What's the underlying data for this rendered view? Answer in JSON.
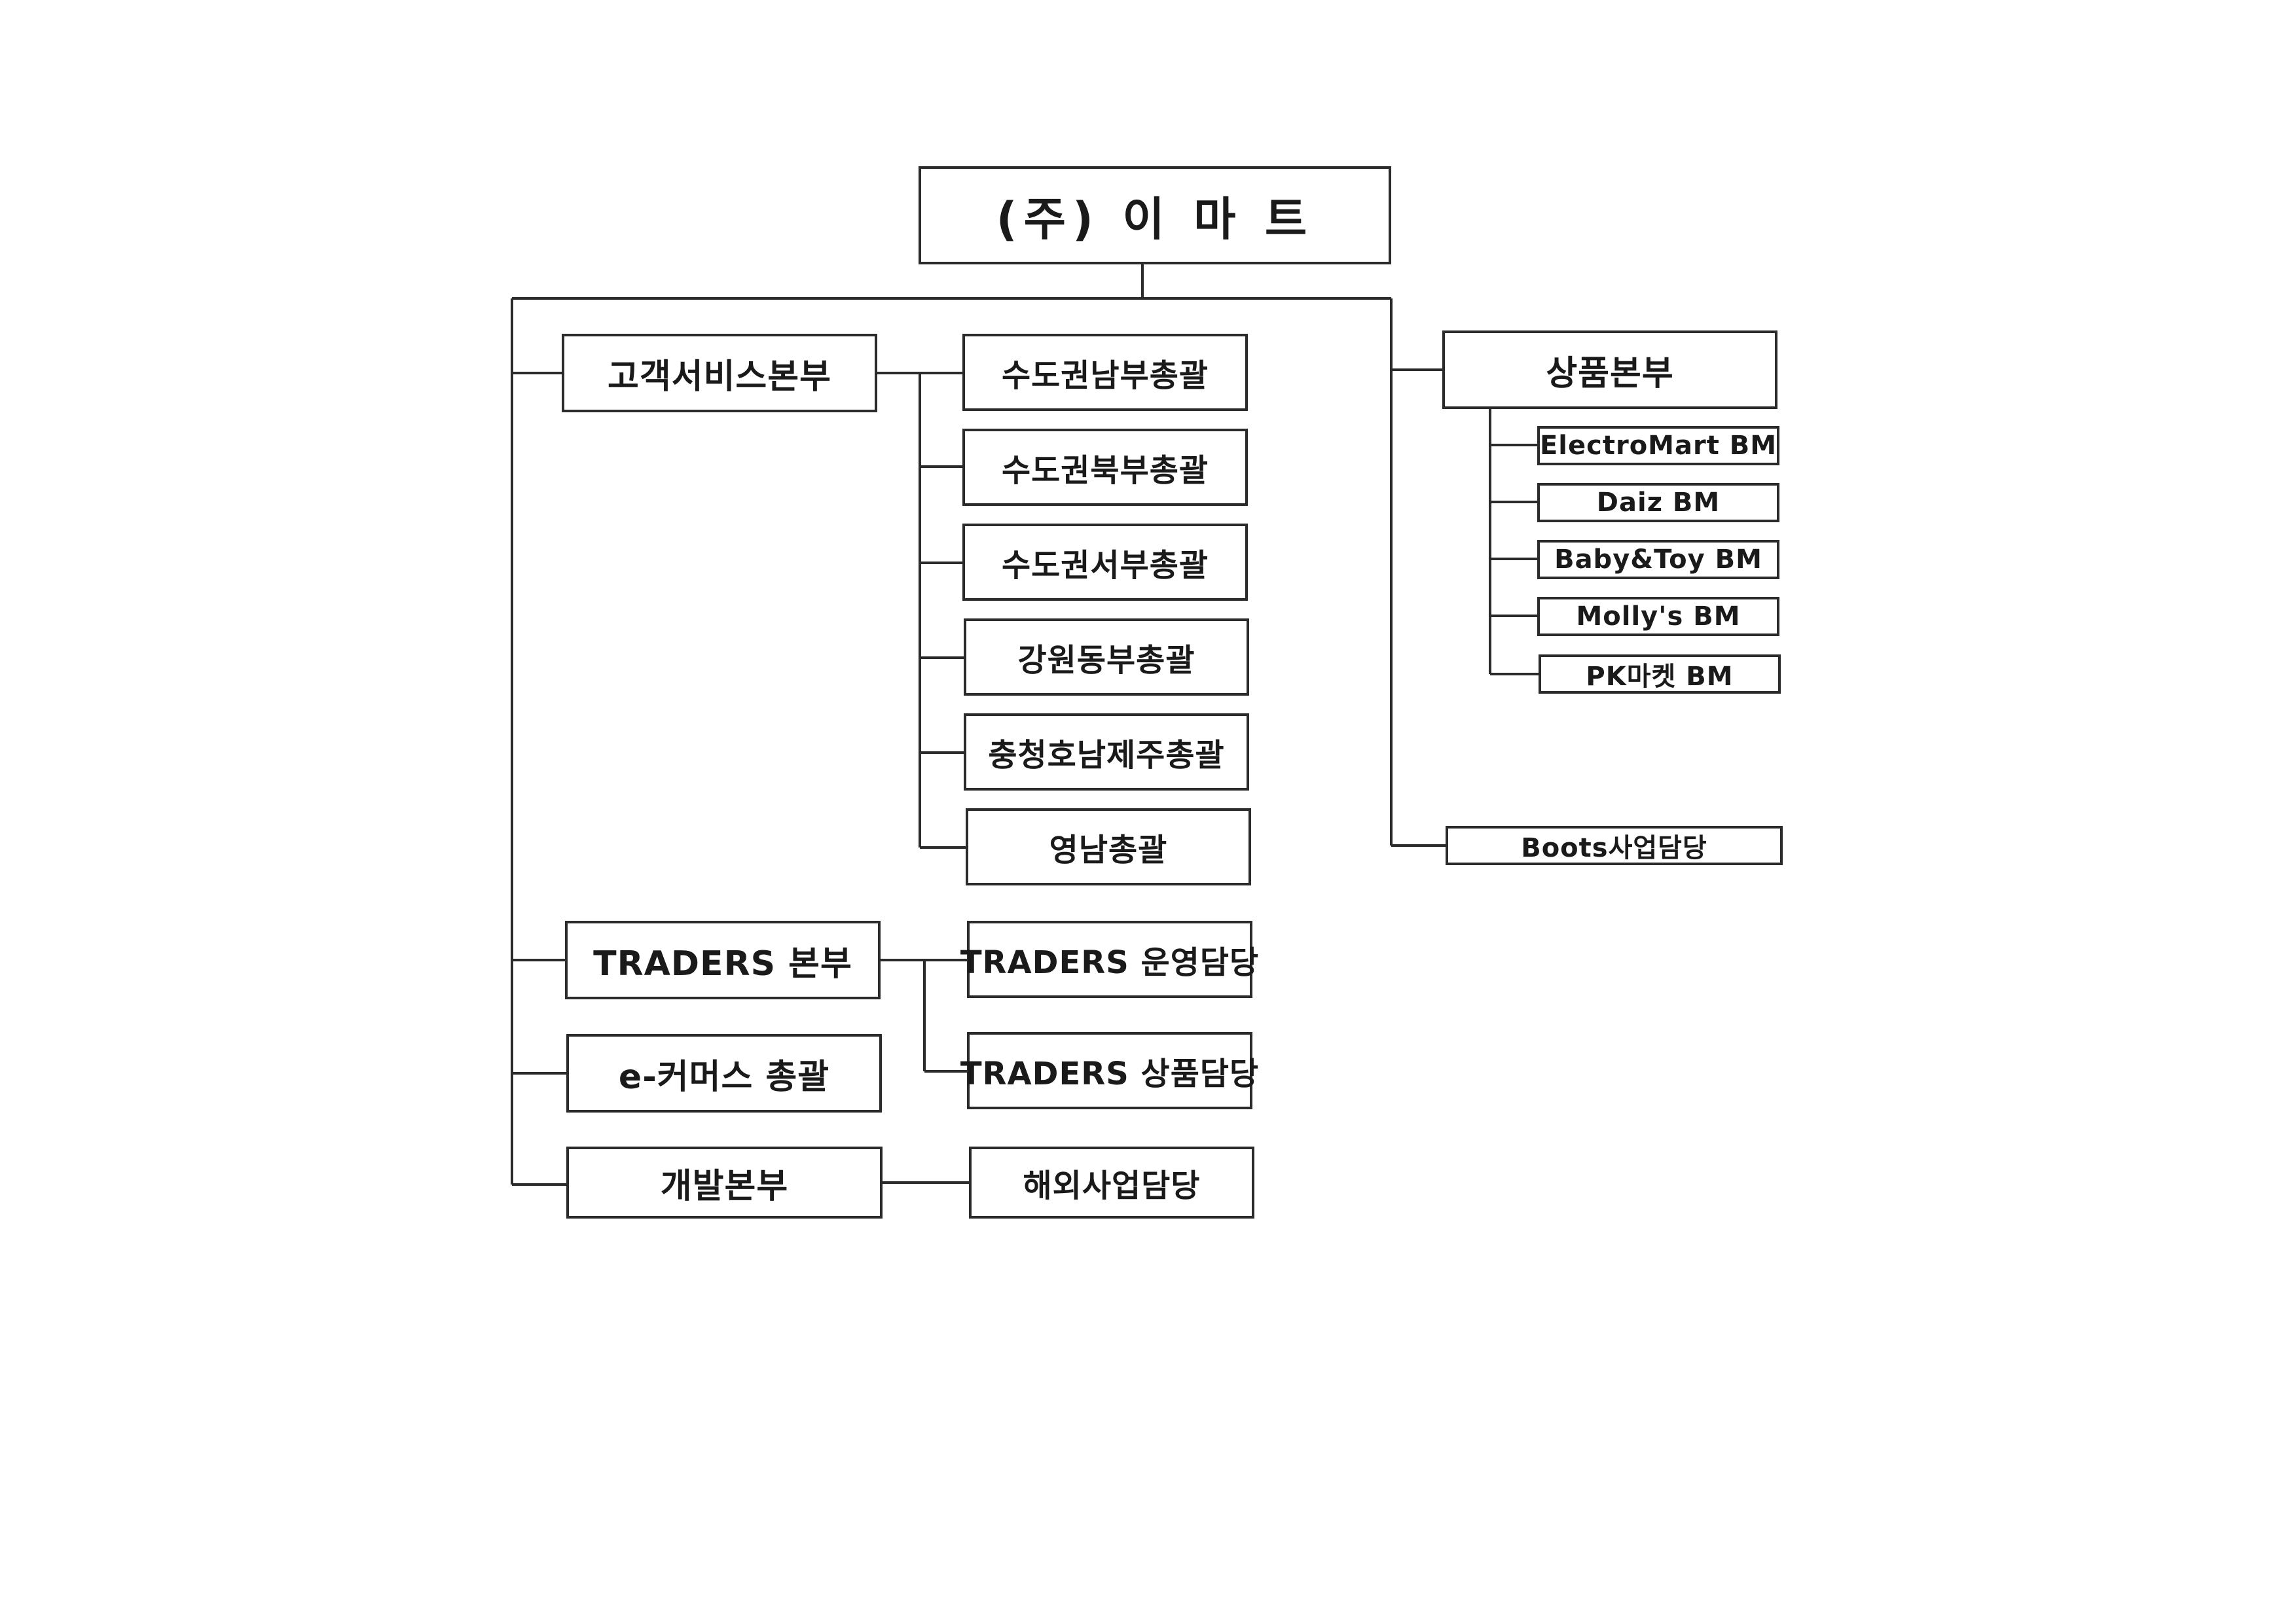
{
  "root": {
    "label": "(주) 이 마 트"
  },
  "customer_service": {
    "label": "고객서비스본부",
    "regions": [
      "수도권남부총괄",
      "수도권북부총괄",
      "수도권서부총괄",
      "강원동부총괄",
      "충청호남제주총괄",
      "영남총괄"
    ]
  },
  "traders": {
    "label": "TRADERS 본부",
    "children": [
      "TRADERS 운영담당",
      "TRADERS 상품담당"
    ]
  },
  "ecommerce": {
    "label": "e-커머스 총괄"
  },
  "development": {
    "label": "개발본부",
    "children": [
      "해외사업담당"
    ]
  },
  "merchandise": {
    "label": "상품본부",
    "children": [
      "ElectroMart BM",
      "Daiz BM",
      "Baby&Toy BM",
      "Molly's BM",
      "PK마켓 BM"
    ]
  },
  "boots": {
    "label": "Boots사업담당"
  },
  "line_color": "#2b2b2b"
}
